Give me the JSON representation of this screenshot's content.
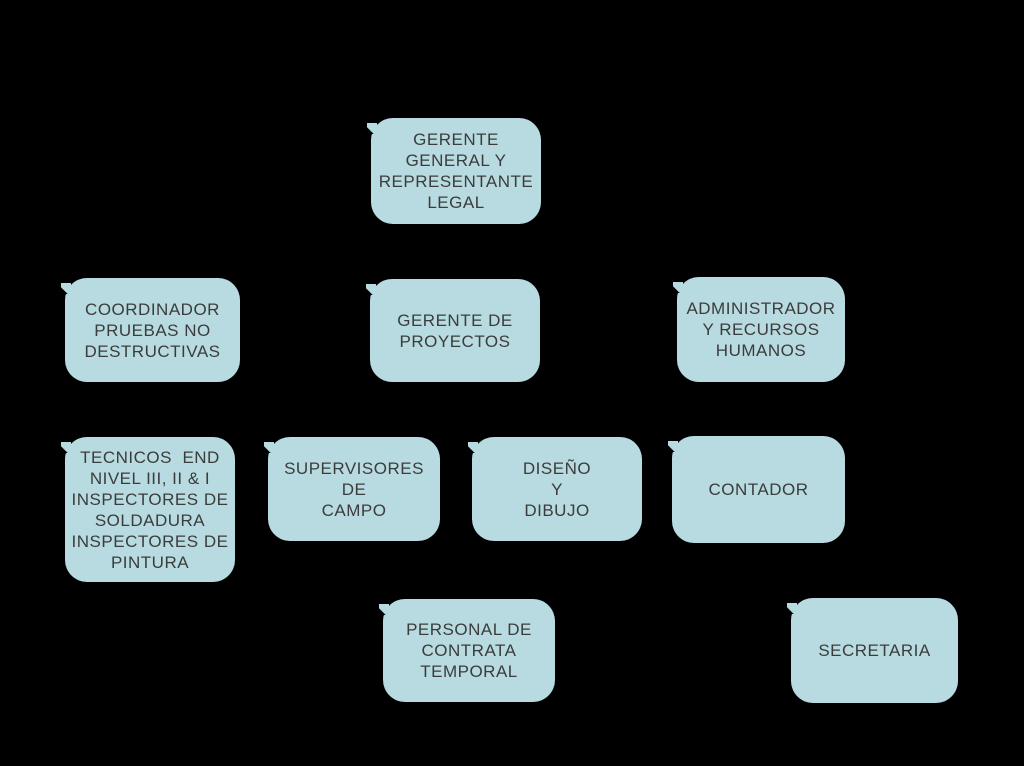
{
  "colors": {
    "background": "#000000",
    "box_fill": "#b7dbe0",
    "box_text": "#3c3c3c"
  },
  "org_chart": {
    "boxes": [
      {
        "name": "gerente-general",
        "row": 1,
        "label": "GERENTE\nGENERAL Y\nREPRESENTANTE\nLEGAL"
      },
      {
        "name": "coordinador-pruebas-no-destructivas",
        "row": 2,
        "label": "COORDINADOR\nPRUEBAS NO\nDESTRUCTIVAS"
      },
      {
        "name": "gerente-de-proyectos",
        "row": 2,
        "label": "GERENTE DE\nPROYECTOS"
      },
      {
        "name": "administrador-y-recursos-humanos",
        "row": 2,
        "label": "ADMINISTRADOR\nY RECURSOS\nHUMANOS"
      },
      {
        "name": "tecnicos-end-inspectores",
        "row": 3,
        "label": "TECNICOS  END\nNIVEL III, II & I\nINSPECTORES DE\nSOLDADURA\nINSPECTORES DE\nPINTURA"
      },
      {
        "name": "supervisores-de-campo",
        "row": 3,
        "label": "SUPERVISORES\nDE\nCAMPO"
      },
      {
        "name": "diseno-y-dibujo",
        "row": 3,
        "label": "DISEÑO\nY\nDIBUJO"
      },
      {
        "name": "contador",
        "row": 3,
        "label": "CONTADOR"
      },
      {
        "name": "personal-de-contrata-temporal",
        "row": 4,
        "label": "PERSONAL DE\nCONTRATA\nTEMPORAL"
      },
      {
        "name": "secretaria",
        "row": 4,
        "label": "SECRETARIA"
      }
    ]
  }
}
